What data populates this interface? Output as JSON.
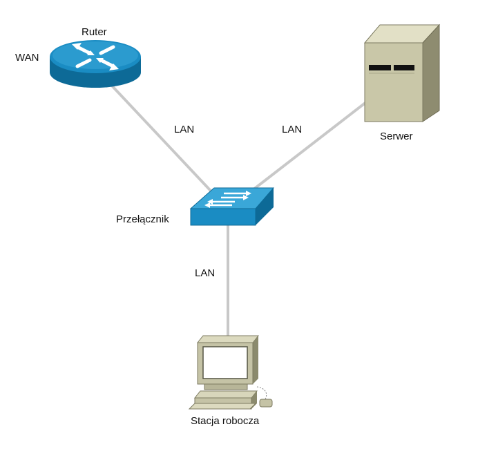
{
  "colors": {
    "link": "#c8c8c8",
    "cisco_blue": "#1a8cc3",
    "cisco_blue_dark": "#0d6a97",
    "cisco_blue_top": "#3aa7d8",
    "server_body": "#c9c7a8",
    "server_dark": "#8e8c70",
    "pc_body": "#c5c3a6",
    "pc_dark": "#8b8a6d"
  },
  "nodes": {
    "router": {
      "label": "Ruter",
      "icon": "router-icon"
    },
    "wan": {
      "label": "WAN"
    },
    "server": {
      "label": "Serwer",
      "icon": "server-icon"
    },
    "switch": {
      "label": "Przełącznik",
      "icon": "switch-icon"
    },
    "workstation": {
      "label": "Stacja robocza",
      "icon": "workstation-icon"
    }
  },
  "links": [
    {
      "id": "router-switch",
      "label": "LAN"
    },
    {
      "id": "server-switch",
      "label": "LAN"
    },
    {
      "id": "switch-workstation",
      "label": "LAN"
    }
  ]
}
